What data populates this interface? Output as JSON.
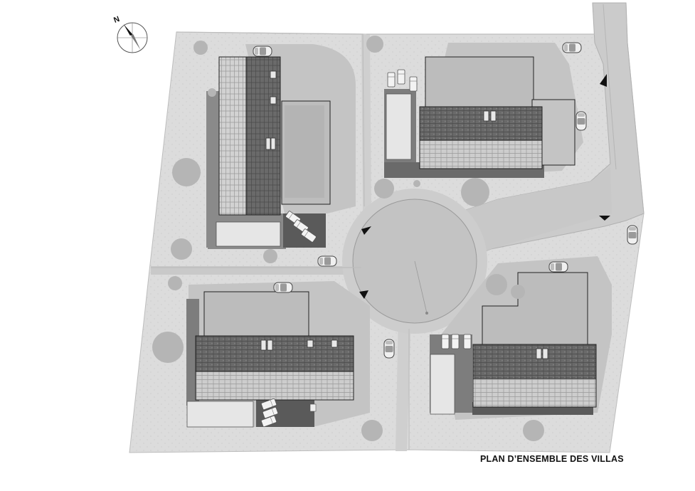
{
  "plan": {
    "title": "PLAN D’ENSEMBLE DES VILLAS",
    "north_label": "N",
    "icons": [
      "compass-icon",
      "car-icon",
      "sunbed-icon",
      "entrance-arrow-icon",
      "tree-icon",
      "window-icon"
    ],
    "lots": [
      {
        "name": "villa-northwest"
      },
      {
        "name": "villa-northeast"
      },
      {
        "name": "villa-southwest"
      },
      {
        "name": "villa-southeast"
      }
    ],
    "colors": {
      "ground": "#dadada",
      "road": "#c7c7c7",
      "roof_dark": "#6e6e6e",
      "roof_light": "#cfcfcf",
      "flat_roof": "#bcbcbc",
      "shadow": "#a9a9a9",
      "tree": "#b8b8b8"
    }
  }
}
